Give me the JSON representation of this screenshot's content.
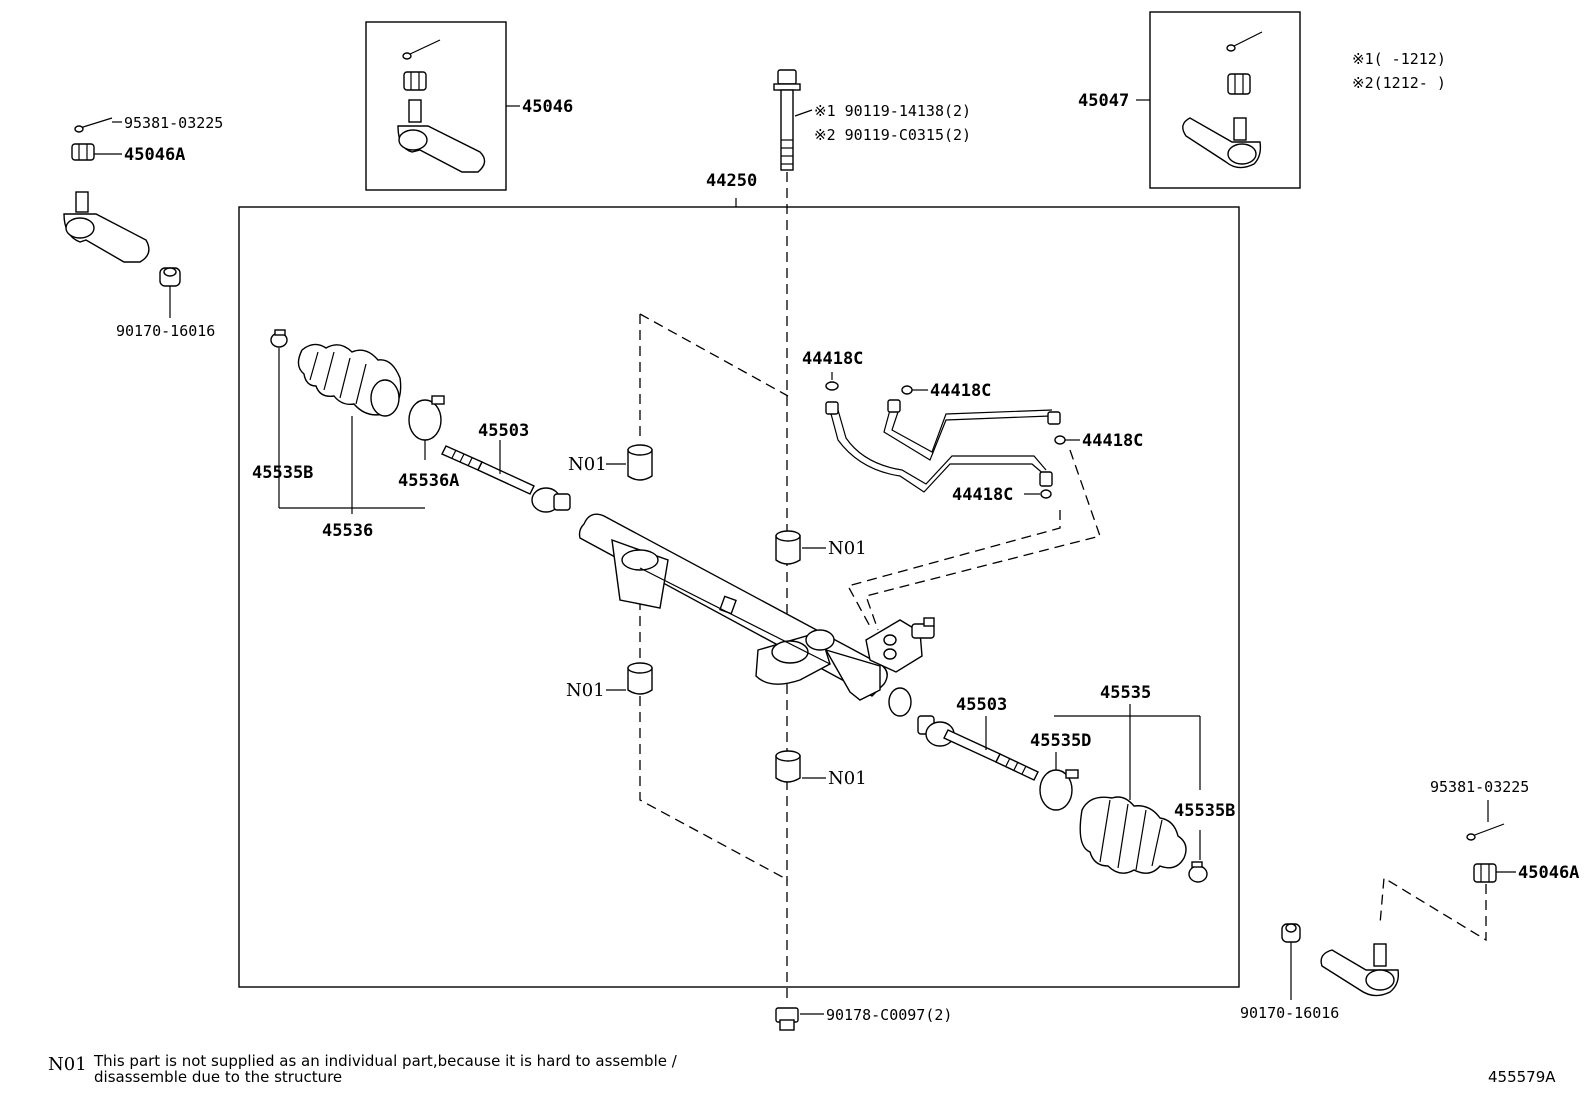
{
  "parts": {
    "p45046": "45046",
    "p45047": "45047",
    "p44250": "44250",
    "p95381_left": "95381-03225",
    "p45046A_left": "45046A",
    "p90170_left": "90170-16016",
    "bolt_line1": "※1 90119-14138(2)",
    "bolt_line2": "※2 90119-C0315(2)",
    "legend1": "※1(   -1212)",
    "legend2": "※2(1212-   )",
    "p44418C_a": "44418C",
    "p44418C_b": "44418C",
    "p44418C_c": "44418C",
    "p44418C_d": "44418C",
    "p45503_left": "45503",
    "p45535B_left": "45535B",
    "p45536A": "45536A",
    "p45536": "45536",
    "n01_a": "N01",
    "n01_b": "N01",
    "n01_c": "N01",
    "n01_d": "N01",
    "p45503_right": "45503",
    "p45535": "45535",
    "p45535D": "45535D",
    "p45535B_right": "45535B",
    "p95381_right": "95381-03225",
    "p45046A_right": "45046A",
    "p90170_right": "90170-16016",
    "p90178": "90178-C0097(2)"
  },
  "footnote": {
    "code": "N01",
    "line1": "This part is not supplied as an individual part,because it is hard to assemble /",
    "line2": "disassemble due to the structure"
  },
  "figure_id": "455579A"
}
